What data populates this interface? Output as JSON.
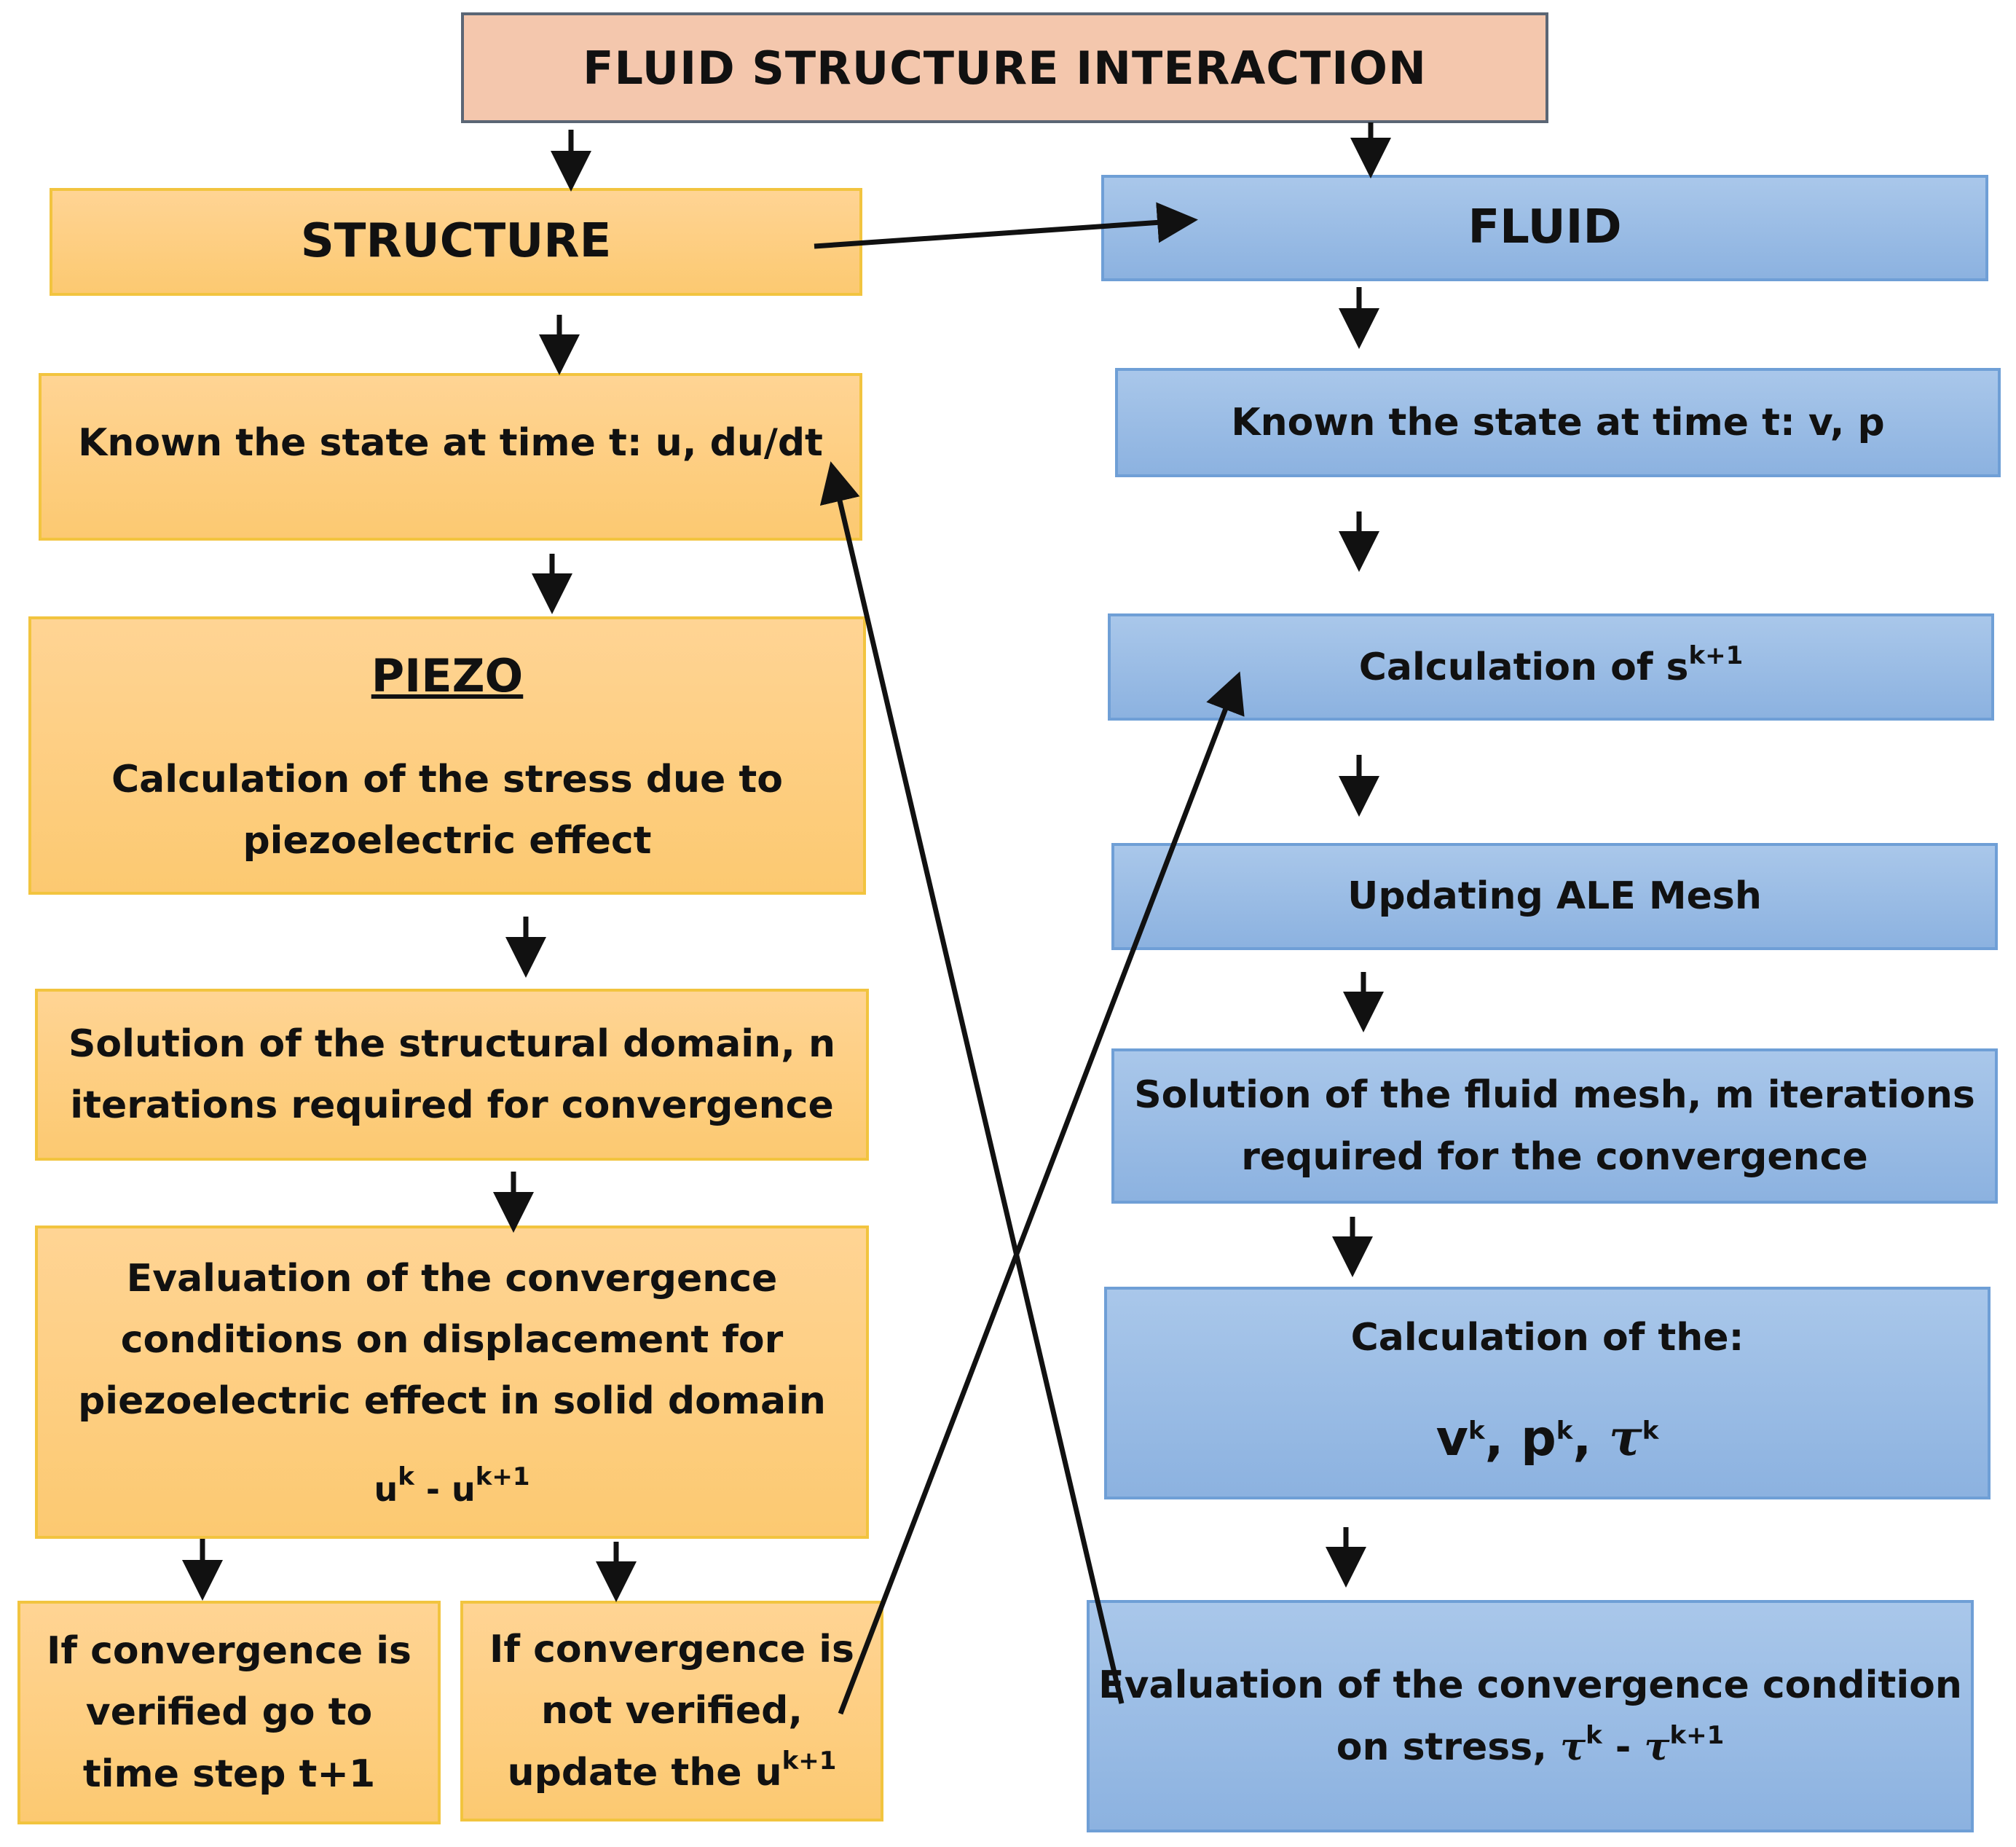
{
  "title": "FLUID STRUCTURE INTERACTION",
  "structure": {
    "header": "STRUCTURE",
    "known_state": "Known the state at time t: u, du/dt",
    "piezo_title": "PIEZO",
    "piezo_line1": "Calculation of the stress due to",
    "piezo_line2": "piezoelectric effect",
    "solution_line1": "Solution of the structural domain, n",
    "solution_line2": "iterations required for convergence",
    "eval_line1": "Evaluation of the convergence",
    "eval_line2": "conditions on displacement for",
    "eval_line3": "piezoelectric effect in solid domain",
    "eval_u": "u",
    "eval_sup_k": "k",
    "eval_dash": " - u",
    "eval_sup_k1": "k+1",
    "verified_line1": "If convergence is",
    "verified_line2": "verified go to",
    "verified_line3": "time step t+1",
    "not_verified_line1": "If convergence is",
    "not_verified_line2": "not verified,",
    "not_verified_line3": "update the u",
    "not_verified_sup": "k+1"
  },
  "fluid": {
    "header": "FLUID",
    "known_state": "Known the state at time t: v, p",
    "calc_s": "Calculation of s",
    "calc_s_sup": "k+1",
    "ale": "Updating ALE Mesh",
    "solution_line1": "Solution of the fluid mesh, m iterations",
    "solution_line2": "required for the convergence",
    "calc_the": "Calculation of the:",
    "calc_v": "v",
    "calc_v_sup": "k",
    "calc_p": ", p",
    "calc_p_sup": "k",
    "calc_tau": "τ",
    "calc_tau_sup": "k",
    "calc_comma": ", ",
    "eval_line1": "Evaluation of the convergence condition",
    "eval_line2": "on stress, ",
    "eval_tau": "τ",
    "eval_sup_k": "k",
    "eval_dash": " - ",
    "eval_tau2": "τ",
    "eval_sup_k1": "k+1"
  },
  "colors": {
    "structure_fill": "#fcc971",
    "structure_border": "#f2c43f",
    "fluid_fill": "#8cb2e0",
    "fluid_border": "#6f9fd6",
    "title_fill": "#f4c7ad",
    "title_border": "#5b6675",
    "arrow": "#111111"
  }
}
